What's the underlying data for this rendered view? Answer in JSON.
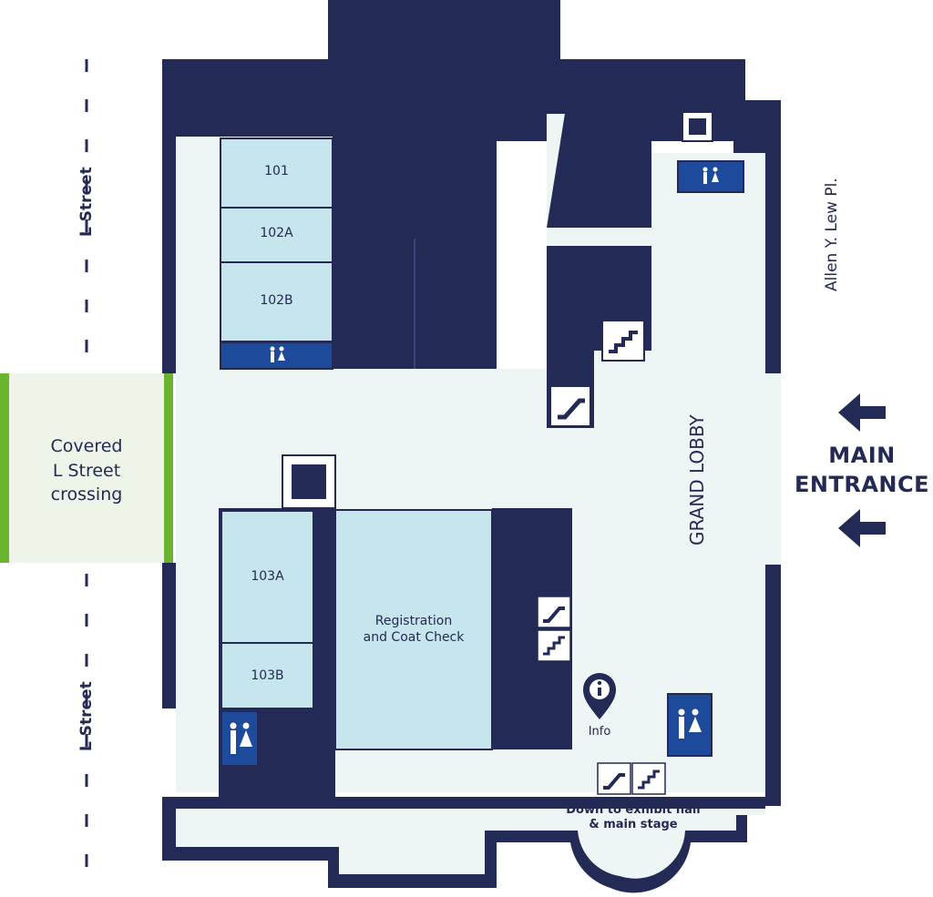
{
  "rooms": {
    "r101": "101",
    "r102a": "102A",
    "r102b": "102B",
    "r103a": "103A",
    "r103b": "103B",
    "registration": "Registration\nand Coat Check"
  },
  "streets": {
    "l_street_top": "L Street",
    "l_street_bottom": "L Street",
    "allen": "Allen Y. Lew Pl."
  },
  "crossing": "Covered\nL Street\ncrossing",
  "grand_lobby": "GRAND LOBBY",
  "main_entrance": "MAIN\nENTRANCE",
  "info": "Info",
  "down_to": "Down to exhibit hall\n& main stage",
  "icons": [
    "restroom-icon",
    "elevator-icon",
    "escalator-up-icon",
    "escalator-down-icon",
    "stairs-up-icon",
    "stairs-down-icon",
    "info-pin-icon",
    "arrow-left-icon"
  ],
  "colors": {
    "wall": "#232a55",
    "floor": "#eef6f5",
    "room": "#c7e5ec",
    "icon_blue": "#1e4a9c",
    "crossing_green": "#6ab42f",
    "crossing_fill": "#eef4e8"
  }
}
